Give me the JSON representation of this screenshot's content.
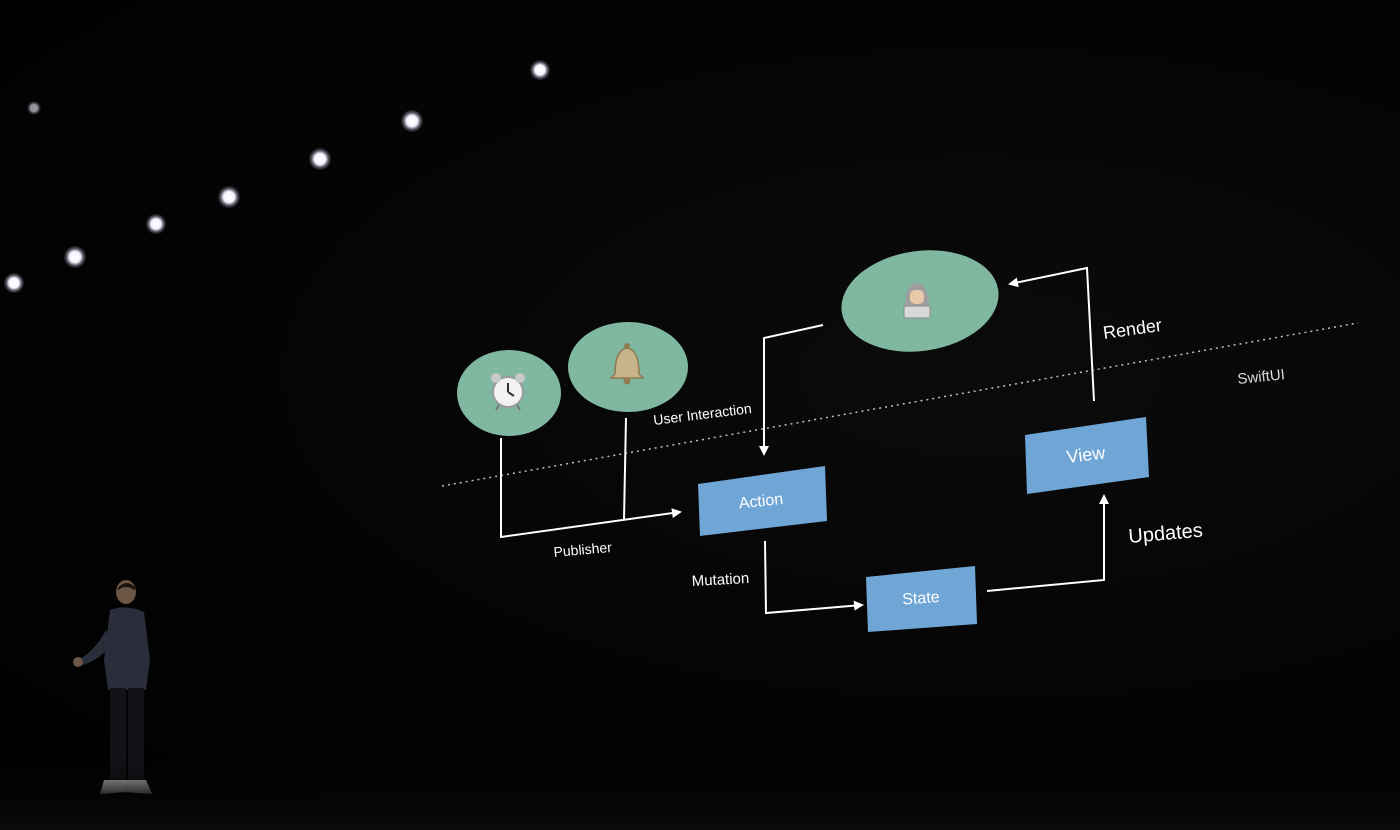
{
  "slide": {
    "colors": {
      "circle_fill": "#7fb7a0",
      "box_fill": "#6fa6d6",
      "line": "#ffffff",
      "background": "#000000"
    },
    "icons": {
      "timer": "alarm-clock-icon",
      "notification": "bell-icon",
      "user": "person-with-laptop-icon"
    },
    "boxes": {
      "action": "Action",
      "state": "State",
      "view": "View"
    },
    "labels": {
      "user_interaction": "User Interaction",
      "publisher": "Publisher",
      "mutation": "Mutation",
      "updates": "Updates",
      "render": "Render",
      "swiftui": "SwiftUI"
    }
  }
}
